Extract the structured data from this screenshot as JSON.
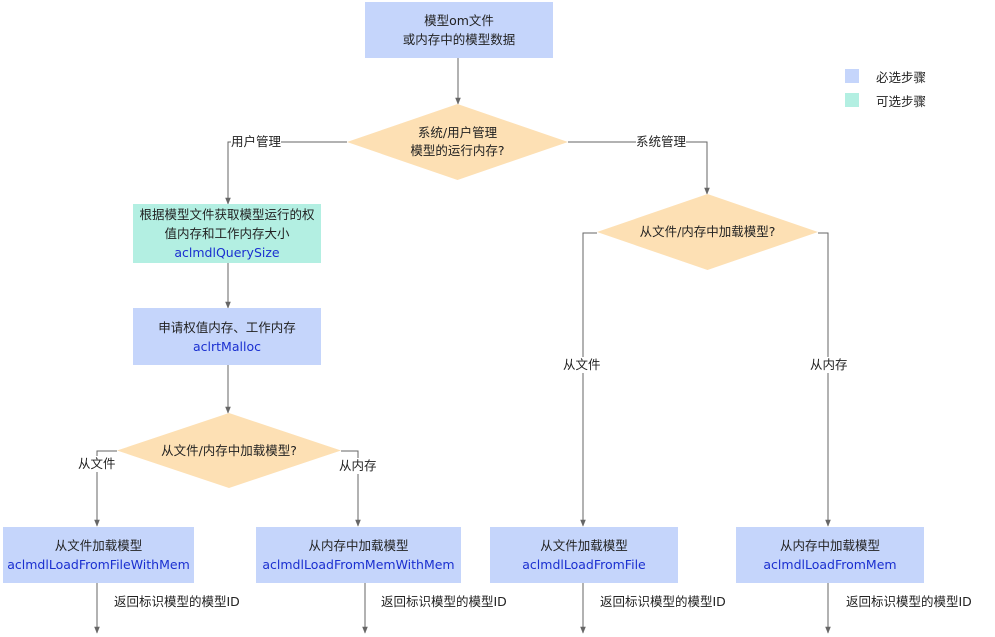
{
  "start": {
    "line1": "模型om文件",
    "line2": "或内存中的模型数据"
  },
  "decision_main": {
    "line1": "系统/用户管理",
    "line2": "模型的运行内存?"
  },
  "branch_user": "用户管理",
  "branch_system": "系统管理",
  "query_size": {
    "line1": "根据模型文件获取模型运行的权",
    "line2": "值内存和工作内存大小",
    "api": "aclmdlQuerySize"
  },
  "malloc": {
    "line1": "申请权值内存、工作内存",
    "api": "aclrtMalloc"
  },
  "decision_left": "从文件/内存中加载模型?",
  "decision_right": "从文件/内存中加载模型?",
  "from_file": "从文件",
  "from_mem": "从内存",
  "load_boxes": [
    {
      "title": "从文件加载模型",
      "api": "aclmdlLoadFromFileWithMem"
    },
    {
      "title": "从内存中加载模型",
      "api": "aclmdlLoadFromMemWithMem"
    },
    {
      "title": "从文件加载模型",
      "api": "aclmdlLoadFromFile"
    },
    {
      "title": "从内存中加载模型",
      "api": "aclmdlLoadFromMem"
    }
  ],
  "return_label": "返回标识模型的模型ID",
  "legend": [
    {
      "label": "必选步骤",
      "color": "#c5d5fb"
    },
    {
      "label": "可选步骤",
      "color": "#b3efe2"
    }
  ]
}
